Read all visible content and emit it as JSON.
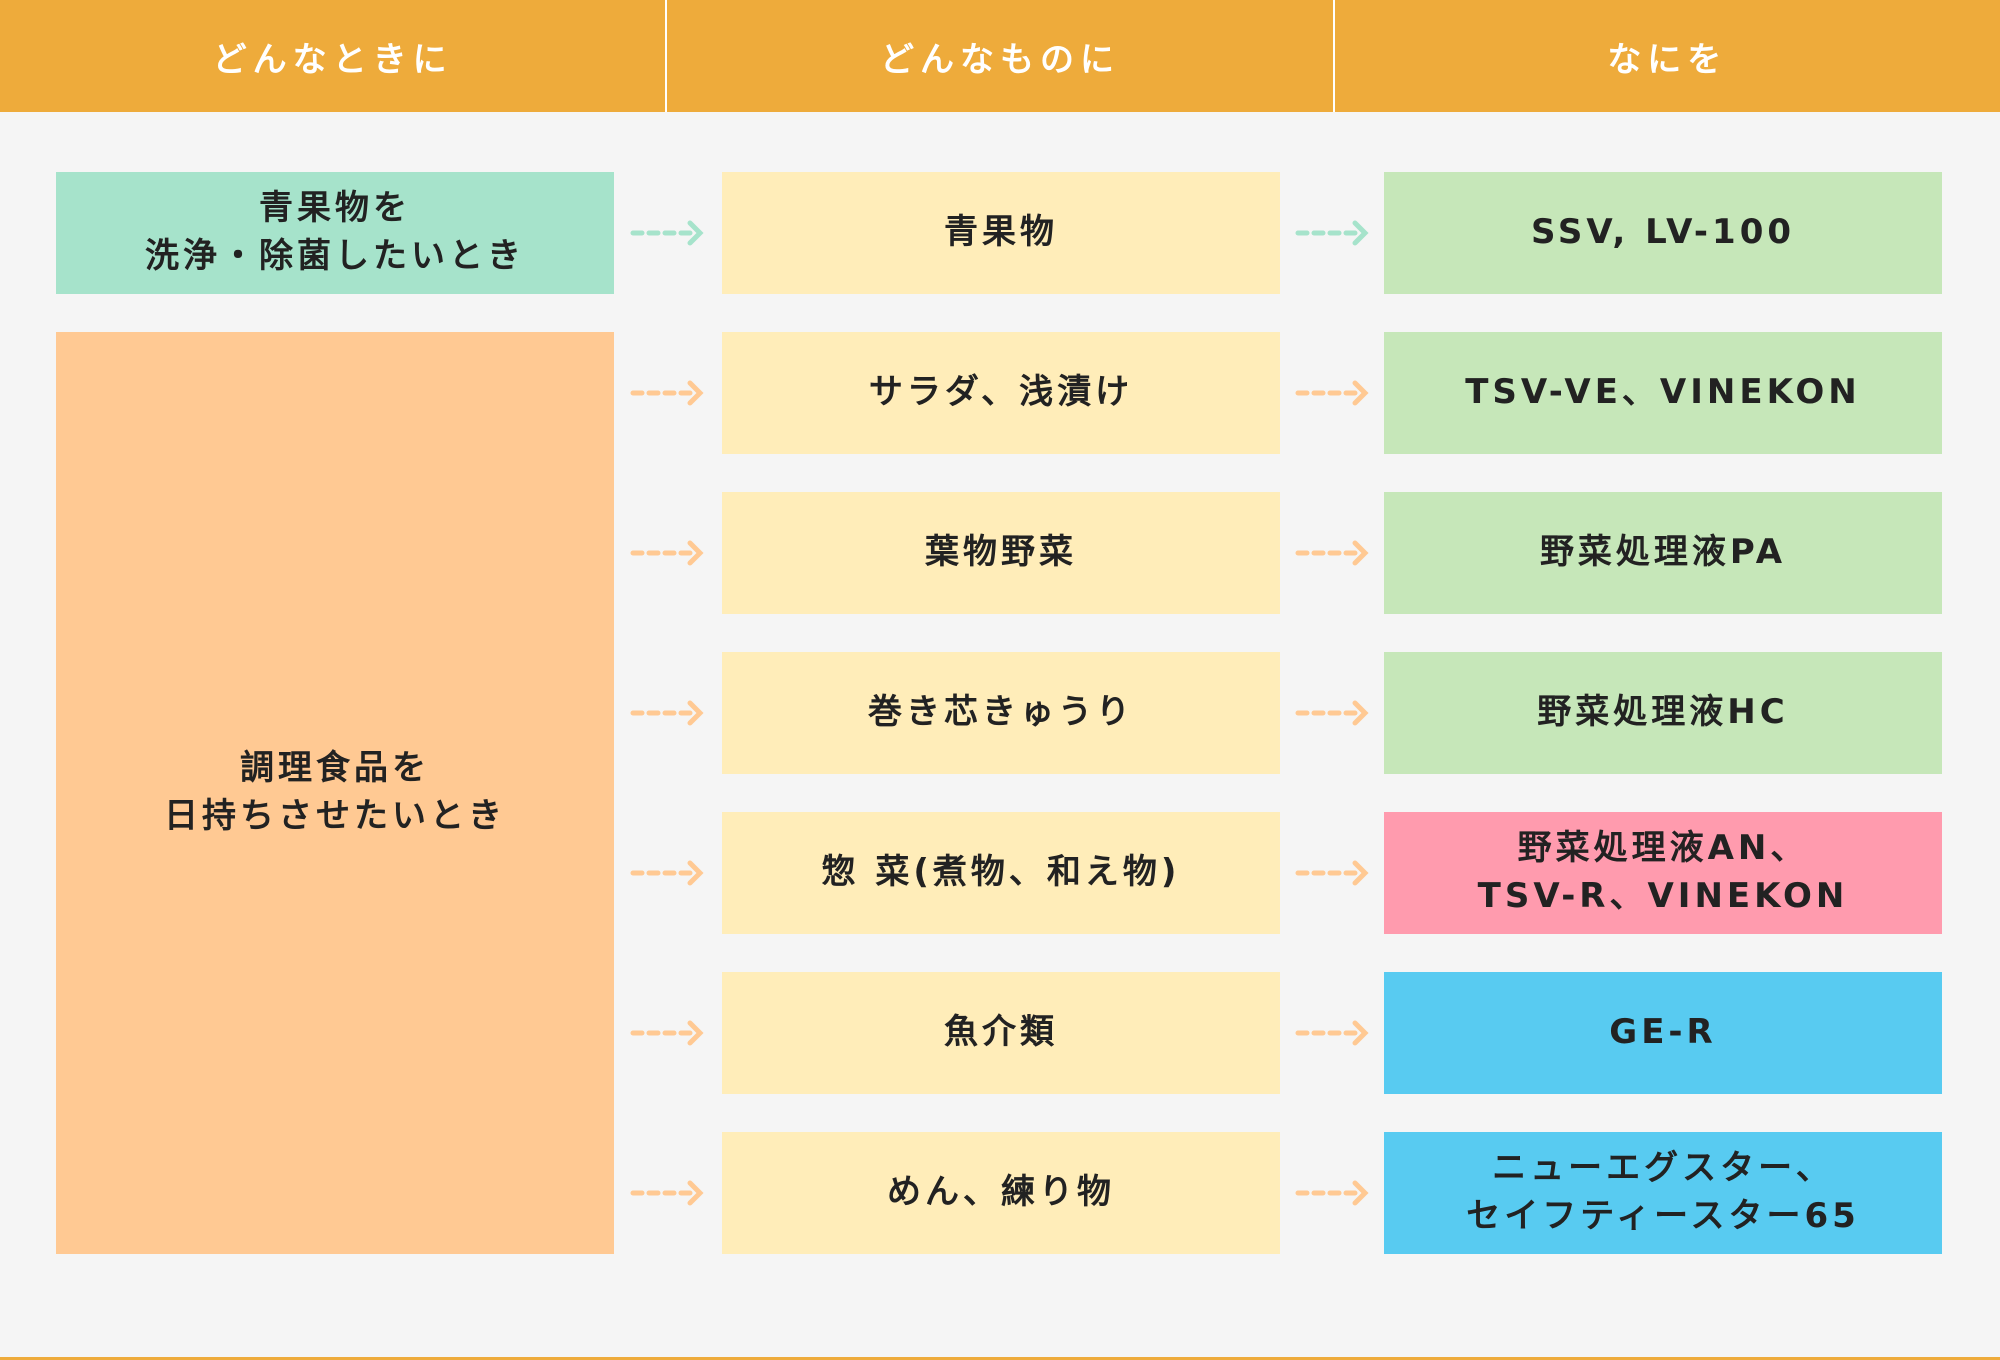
{
  "header": {
    "col1": "どんなときに",
    "col2": "どんなものに",
    "col3": "なにを"
  },
  "situations": {
    "s1": "青果物を\n洗浄・除菌したいとき",
    "s2": "調理食品を\n日持ちさせたいとき"
  },
  "targets": [
    "青果物",
    "サラダ、浅漬け",
    "葉物野菜",
    "巻き芯きゅうり",
    "惣 菜(煮物、和え物)",
    "魚介類",
    "めん、練り物"
  ],
  "products": [
    "SSV, LV-100",
    "TSV-VE、VINEKON",
    "野菜処理液PA",
    "野菜処理液HC",
    "野菜処理液AN、\nTSV-R、VINEKON",
    "GE-R",
    "ニューエグスター、\nセイフティースター65"
  ],
  "colors": {
    "header": "#eeab3b",
    "situation1": "#a6e3cb",
    "situation2": "#ffc993",
    "target": "#ffedb9",
    "product_green": "#c6e7b9",
    "product_pink": "#ff9bae",
    "product_blue": "#58cbf1",
    "arrow_teal": "#a6e3cb",
    "arrow_orange": "#ffc993"
  }
}
